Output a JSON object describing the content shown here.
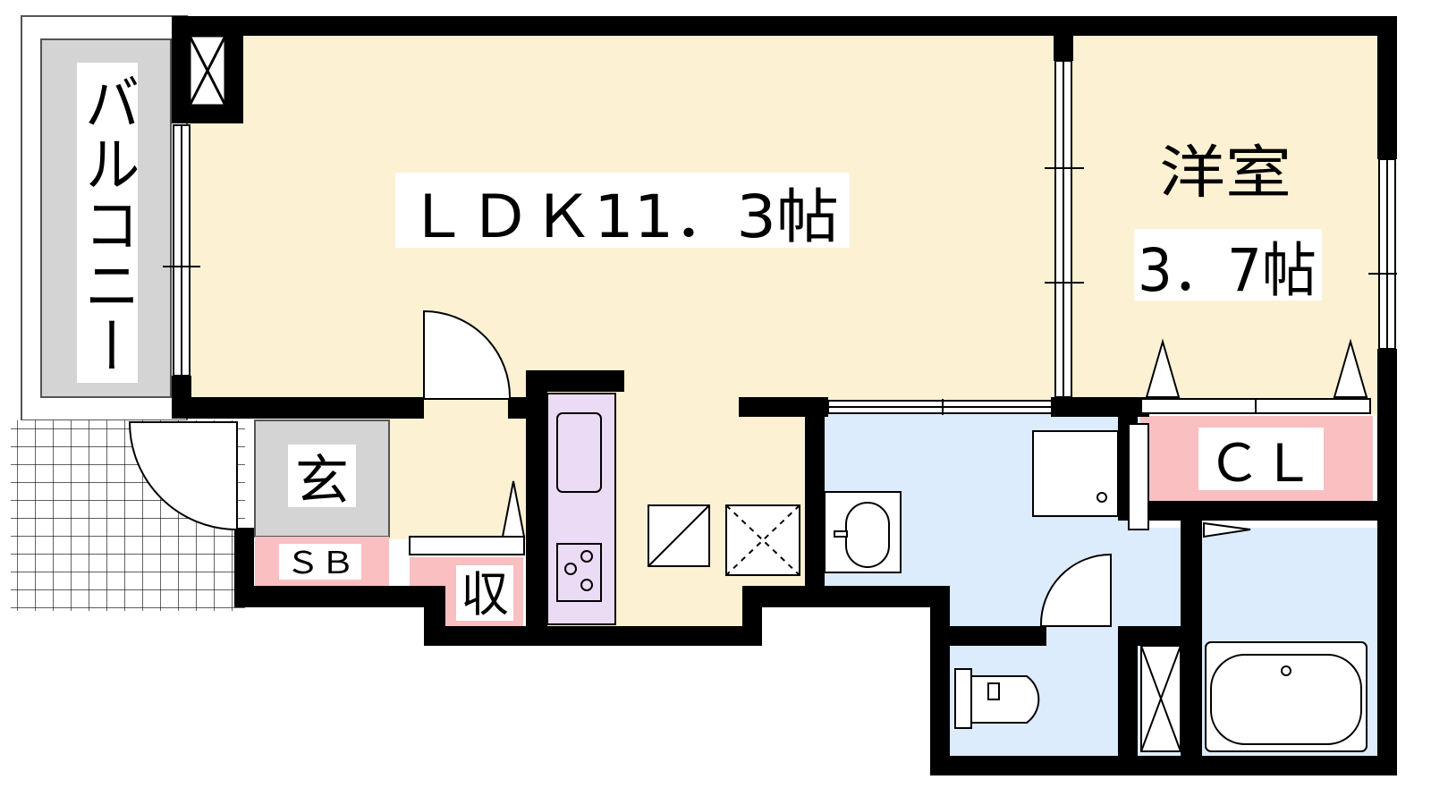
{
  "rooms": {
    "ldk": {
      "label": "ＬＤＫ11．3帖"
    },
    "western_room": {
      "label_line1": "洋室",
      "label_line2": "3．7帖"
    },
    "balcony": {
      "label": "バルコニー"
    },
    "entrance": {
      "label": "玄"
    },
    "shoe_box": {
      "label": "ＳＢ"
    },
    "storage": {
      "label": "収"
    },
    "closet": {
      "label": "ＣＬ"
    }
  },
  "colors": {
    "living_floor": "#fdf1d3",
    "wet_area": "#dcecfc",
    "balcony_gray": "#d4d4d4",
    "storage_pink": "#f9bfc1",
    "kitchen_purple": "#ecdbf4",
    "wall": "#000000"
  }
}
